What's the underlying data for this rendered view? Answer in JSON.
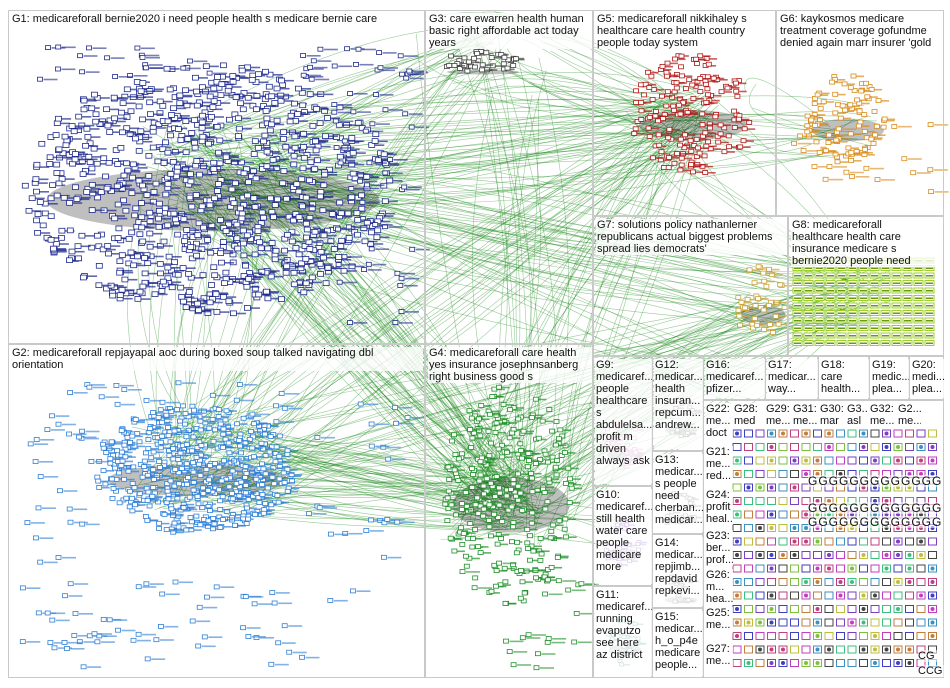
{
  "groups": [
    {
      "id": "G1",
      "label": "G1: medicareforall bernie2020 i need people health s medicare bernie care",
      "color": "#1e2a8c"
    },
    {
      "id": "G2",
      "label": "G2: medicareforall repjayapal aoc during boxed soup talked navigating dbl\norientation",
      "color": "#2f7fd6"
    },
    {
      "id": "G3",
      "label": "G3: care ewarren health human\nbasic right affordable act today\nyears",
      "color": "#444444"
    },
    {
      "id": "G4",
      "label": "G4: medicareforall care health\nyes insurance josephnsanberg\nright business good s",
      "color": "#1f8f2a"
    },
    {
      "id": "G5",
      "label": "G5: medicareforall nikkihaley s\nhealthcare care health country\npeople today system",
      "color": "#b01818"
    },
    {
      "id": "G6",
      "label": "G6: kaykosmos medicare\ntreatment coverage gofundme\ndenied again marr insurer 'gold",
      "color": "#d98b1a"
    },
    {
      "id": "G7",
      "label": "G7: solutions policy nathanlerner\nrepublicans actual biggest problems\nspread lies democrats'",
      "color": "#c9a23a"
    },
    {
      "id": "G8",
      "label": "G8: medicareforall\nhealthcare health care\ninsurance medicare s\nbernie2020 people need",
      "color": "#9ccf2a"
    },
    {
      "id": "G9",
      "label": "G9:\nmedicaref...\npeople\nhealthcare\ns\nabdulelsa...\nprofit m\ndriven\nalways ask",
      "color": "#cf7fbf"
    },
    {
      "id": "G10",
      "label": "G10:\nmedicaref...\nstill health\nwater care\npeople\nmedicare\nmore",
      "color": "#7f3fbf"
    },
    {
      "id": "G11",
      "label": "G11:\nmedicaref...\nrunning\nevaputzo\nsee here\naz district",
      "color": "#3f8f8f"
    },
    {
      "id": "G12",
      "label": "G12:\nmedicar...\nhealth\ninsuran...\nrepcum...\nandrew...",
      "color": "#555555"
    },
    {
      "id": "G13",
      "label": "G13:\nmedicar...\ns people\nneed\ncherban...\nmedicar...",
      "color": "#555555"
    },
    {
      "id": "G14",
      "label": "G14:\nmedicar...\nrepjimb...\nrepdavid\nrepkevi...",
      "color": "#555555"
    },
    {
      "id": "G15",
      "label": "G15:\nmedicar...\nh_o_p4e\nmedicare\npeople...",
      "color": "#555555"
    },
    {
      "id": "G16",
      "label": "G16:\nmedicaref...\npfizer...",
      "color": "#555555"
    },
    {
      "id": "G17",
      "label": "G17:\nmedicar...\nway...",
      "color": "#555555"
    },
    {
      "id": "G18",
      "label": "G18:\ncare\nhealth...",
      "color": "#555555"
    },
    {
      "id": "G19",
      "label": "G19:\nmedic...\nplea...",
      "color": "#555555"
    },
    {
      "id": "G20",
      "label": "G20:\nmedi...\nplea...",
      "color": "#555555"
    },
    {
      "id": "G21",
      "label": "G21:\nme...\nred...",
      "color": "#555555"
    },
    {
      "id": "G22",
      "label": "G22:\nme...\ndoct",
      "color": "#555555"
    },
    {
      "id": "G23",
      "label": "G23:\nber...\nprof...",
      "color": "#555555"
    },
    {
      "id": "G24",
      "label": "G24:\nprofit\nheal...",
      "color": "#555555"
    },
    {
      "id": "G25",
      "label": "G25:\nme...",
      "color": "#555555"
    },
    {
      "id": "G26",
      "label": "G26:\nm...\nhea...",
      "color": "#555555"
    },
    {
      "id": "G27",
      "label": "G27:\nme...",
      "color": "#555555"
    },
    {
      "id": "G28",
      "label": "G28:\nmed",
      "color": "#555555"
    },
    {
      "id": "G29",
      "label": "G29:\nme...",
      "color": "#555555"
    },
    {
      "id": "G30",
      "label": "G30:\nmar",
      "color": "#555555"
    },
    {
      "id": "G31",
      "label": "G31:\nme...",
      "color": "#555555"
    },
    {
      "id": "G32",
      "label": "G32:\nme...",
      "color": "#555555"
    },
    {
      "id": "G3x",
      "label": "G3...\nasl",
      "color": "#555555"
    },
    {
      "id": "G2x",
      "label": "G2...\nme...",
      "color": "#555555"
    }
  ],
  "edge_color": "#1a8a1a",
  "tail_labels": {
    "G_short": "G",
    "G_row": "GGGGGGGGGGGGGGGG",
    "CG": "CG",
    "CCG": "CCG",
    "m_short": "m...",
    "dots": "..."
  }
}
